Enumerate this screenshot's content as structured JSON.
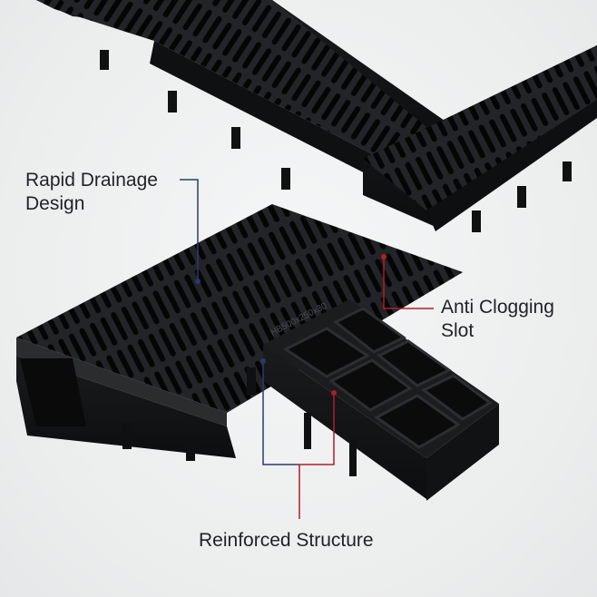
{
  "callouts": {
    "rapid_drainage": {
      "line1": "Rapid Drainage",
      "line2": "Design"
    },
    "anti_clogging": {
      "line1": "Anti Clogging",
      "line2": "Slot"
    },
    "reinforced_structure": {
      "line1": "Reinforced Structure"
    }
  },
  "product": {
    "grate_marking": "HB500x250x30"
  },
  "colors": {
    "background": "#eeeff1",
    "grate": "#202224",
    "leader_navy": "#2b3a6b",
    "leader_red": "#b01e2a",
    "text": "#1f2226"
  }
}
